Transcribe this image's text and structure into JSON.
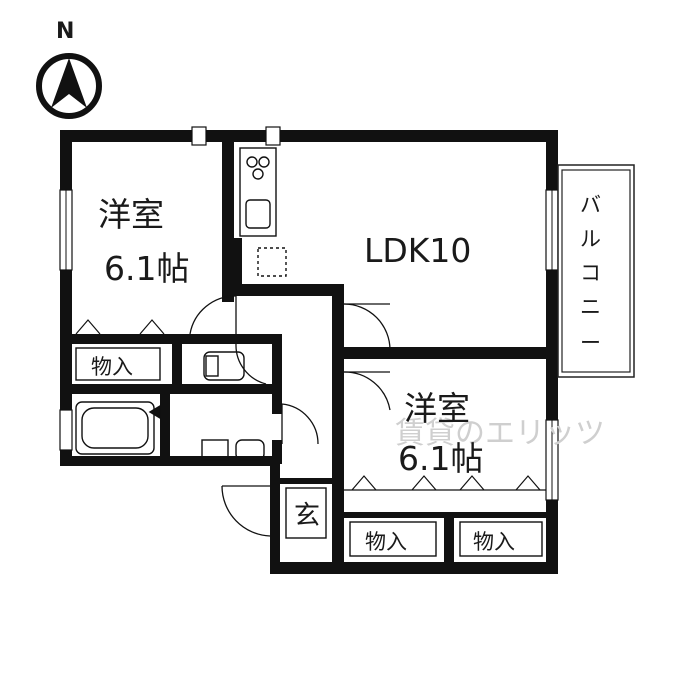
{
  "compass": {
    "label": "N"
  },
  "rooms": {
    "western_room_1": {
      "name": "洋室",
      "size": "6.1帖"
    },
    "ldk": {
      "name": "LDK10"
    },
    "western_room_2": {
      "name": "洋室",
      "size": "6.1帖"
    },
    "balcony": {
      "name": "バルコニー",
      "chars": [
        "バ",
        "ル",
        "コ",
        "ニ",
        "ー"
      ]
    },
    "closet_1": {
      "name": "物入"
    },
    "closet_2": {
      "name": "物入"
    },
    "closet_3": {
      "name": "物入"
    },
    "entrance": {
      "name": "玄"
    }
  },
  "watermark": {
    "text": "賃貸のエリッツ"
  }
}
